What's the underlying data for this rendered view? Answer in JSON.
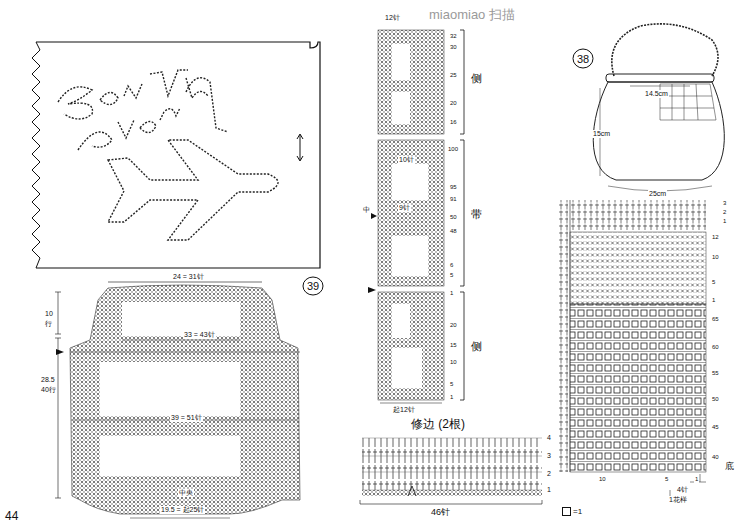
{
  "diagram": {
    "nodes": [
      {
        "text": [
          "39"
        ]
      },
      {
        "text": [
          "38"
        ]
      }
    ],
    "labels": [
      "miaomiao 扫描",
      "44",
      "24 = 31针",
      "10",
      "行",
      "28.5",
      "40行",
      "33 = 43针",
      "39 = 51针",
      "中央",
      "19.5 = 起25针",
      "12针",
      "32",
      "30",
      "25",
      "20",
      "16",
      "侧",
      "10针",
      "100",
      "95",
      "91",
      "带",
      "9针",
      "中",
      "50",
      "48",
      "6",
      "5",
      "1",
      "20",
      "15",
      "10",
      "5",
      "1",
      "侧",
      "起12针",
      "修边 (2根)",
      "4",
      "3",
      "2",
      "1",
      "46针",
      "14.5cm",
      "15cm",
      "25cm",
      "3",
      "2",
      "1",
      "12",
      "10",
      "5",
      "1",
      "65",
      "60",
      "55",
      "50",
      "45",
      "40",
      "底",
      "10",
      "5",
      "1",
      "4针",
      "1花样"
    ],
    "legend": [
      {
        "text": "=1"
      }
    ]
  }
}
